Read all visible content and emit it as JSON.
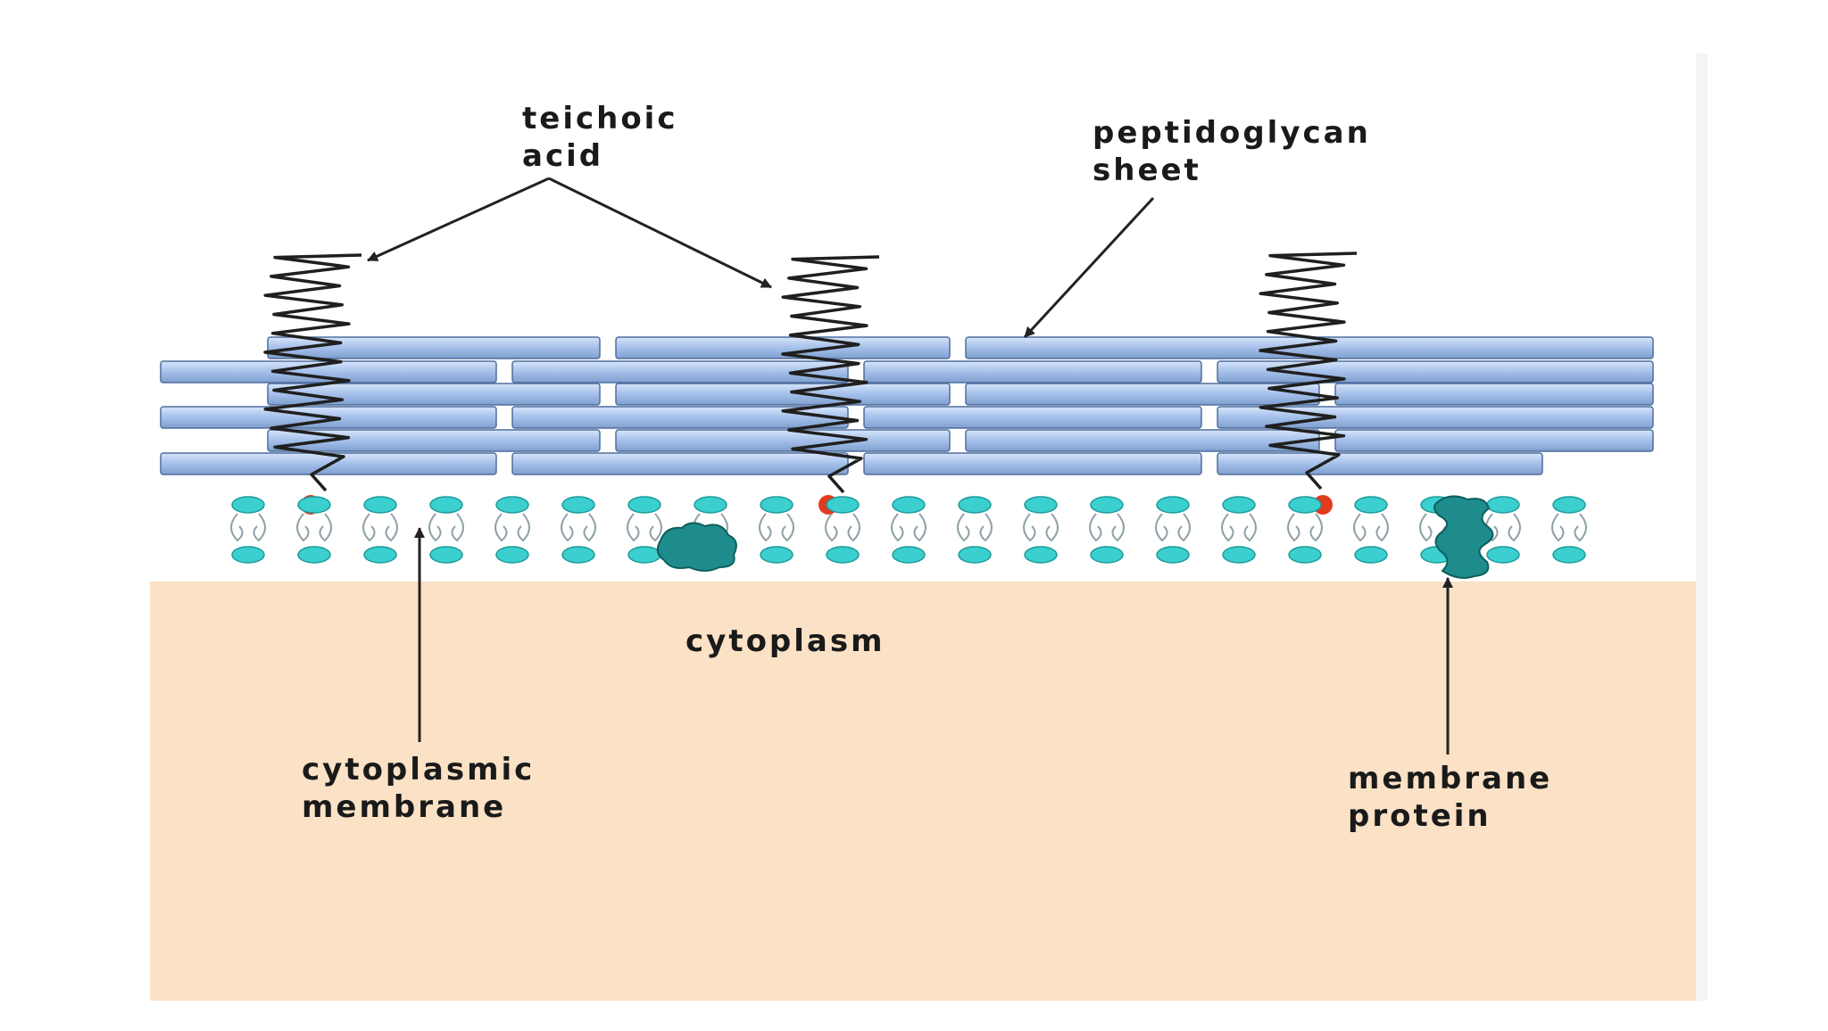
{
  "labels": {
    "teichoic_acid": [
      "teichoic",
      "acid"
    ],
    "peptidoglycan_sheet": [
      "peptidoglycan",
      "sheet"
    ],
    "cytoplasm": "cytoplasm",
    "cytoplasmic_membrane": [
      "cytoplasmic",
      "membrane"
    ],
    "membrane_protein": [
      "membrane",
      "protein"
    ]
  },
  "colors": {
    "cytoplasm": "#fbe1c5",
    "peptidoglycan": "#a9c3ec",
    "peptidoglycan_edge": "#4f6e9e",
    "lipid_head": "#3ccfcf",
    "protein": "#1e8c8c",
    "teichoic_anchor": "#e23a1e"
  }
}
